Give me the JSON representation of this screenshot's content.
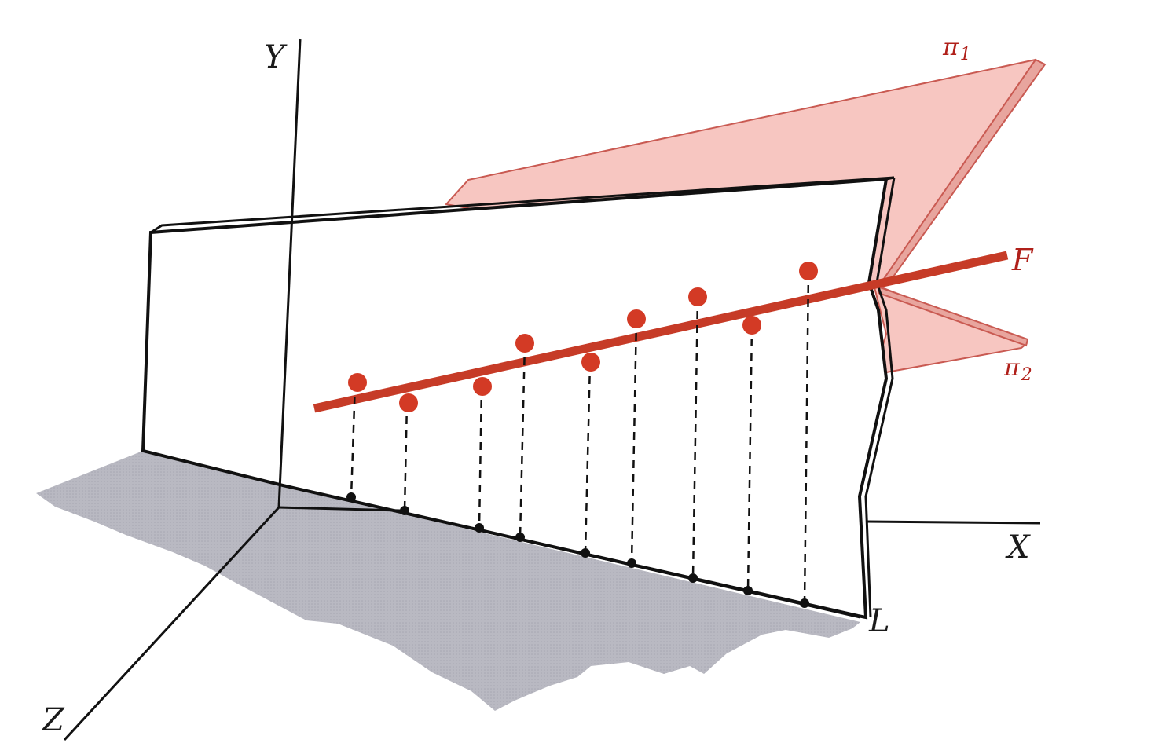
{
  "labels": {
    "y_axis": "Y",
    "x_axis": "X",
    "z_axis": "Z",
    "line_l": "L",
    "line_f": "F",
    "plane1": {
      "symbol": "π",
      "sub": "1"
    },
    "plane2": {
      "symbol": "π",
      "sub": "2"
    }
  },
  "colors": {
    "red_line": "#c63b27",
    "red_points": "#d33a25",
    "plane_fill": "#f7c6c1",
    "plane_edge": "#c95a52",
    "shadow": "#b9b9c2",
    "ink": "#111111"
  },
  "data_points": {
    "count": 9
  }
}
